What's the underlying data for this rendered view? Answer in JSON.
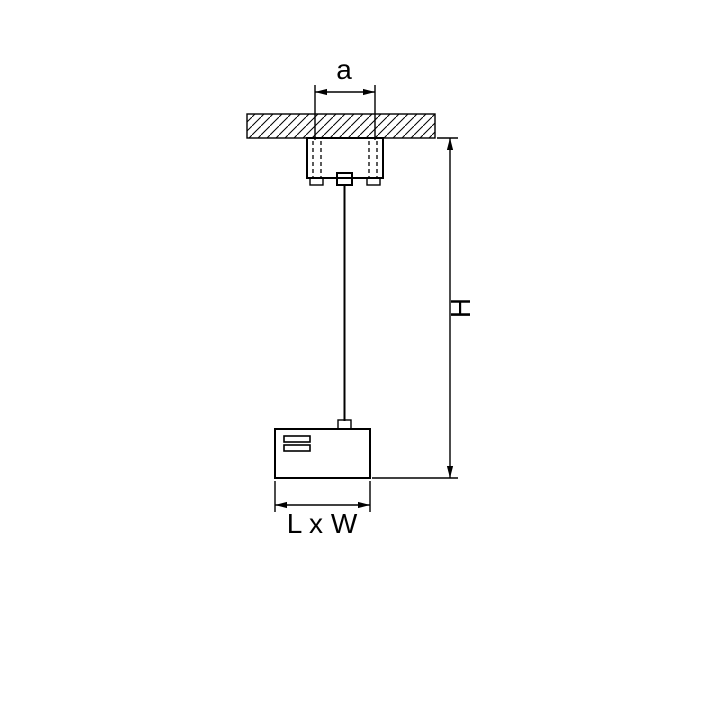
{
  "diagram": {
    "labels": {
      "dimension_a": "a",
      "dimension_h": "H",
      "dimension_lxw": "L x W"
    },
    "colors": {
      "line": "#000000",
      "background": "#ffffff"
    }
  }
}
